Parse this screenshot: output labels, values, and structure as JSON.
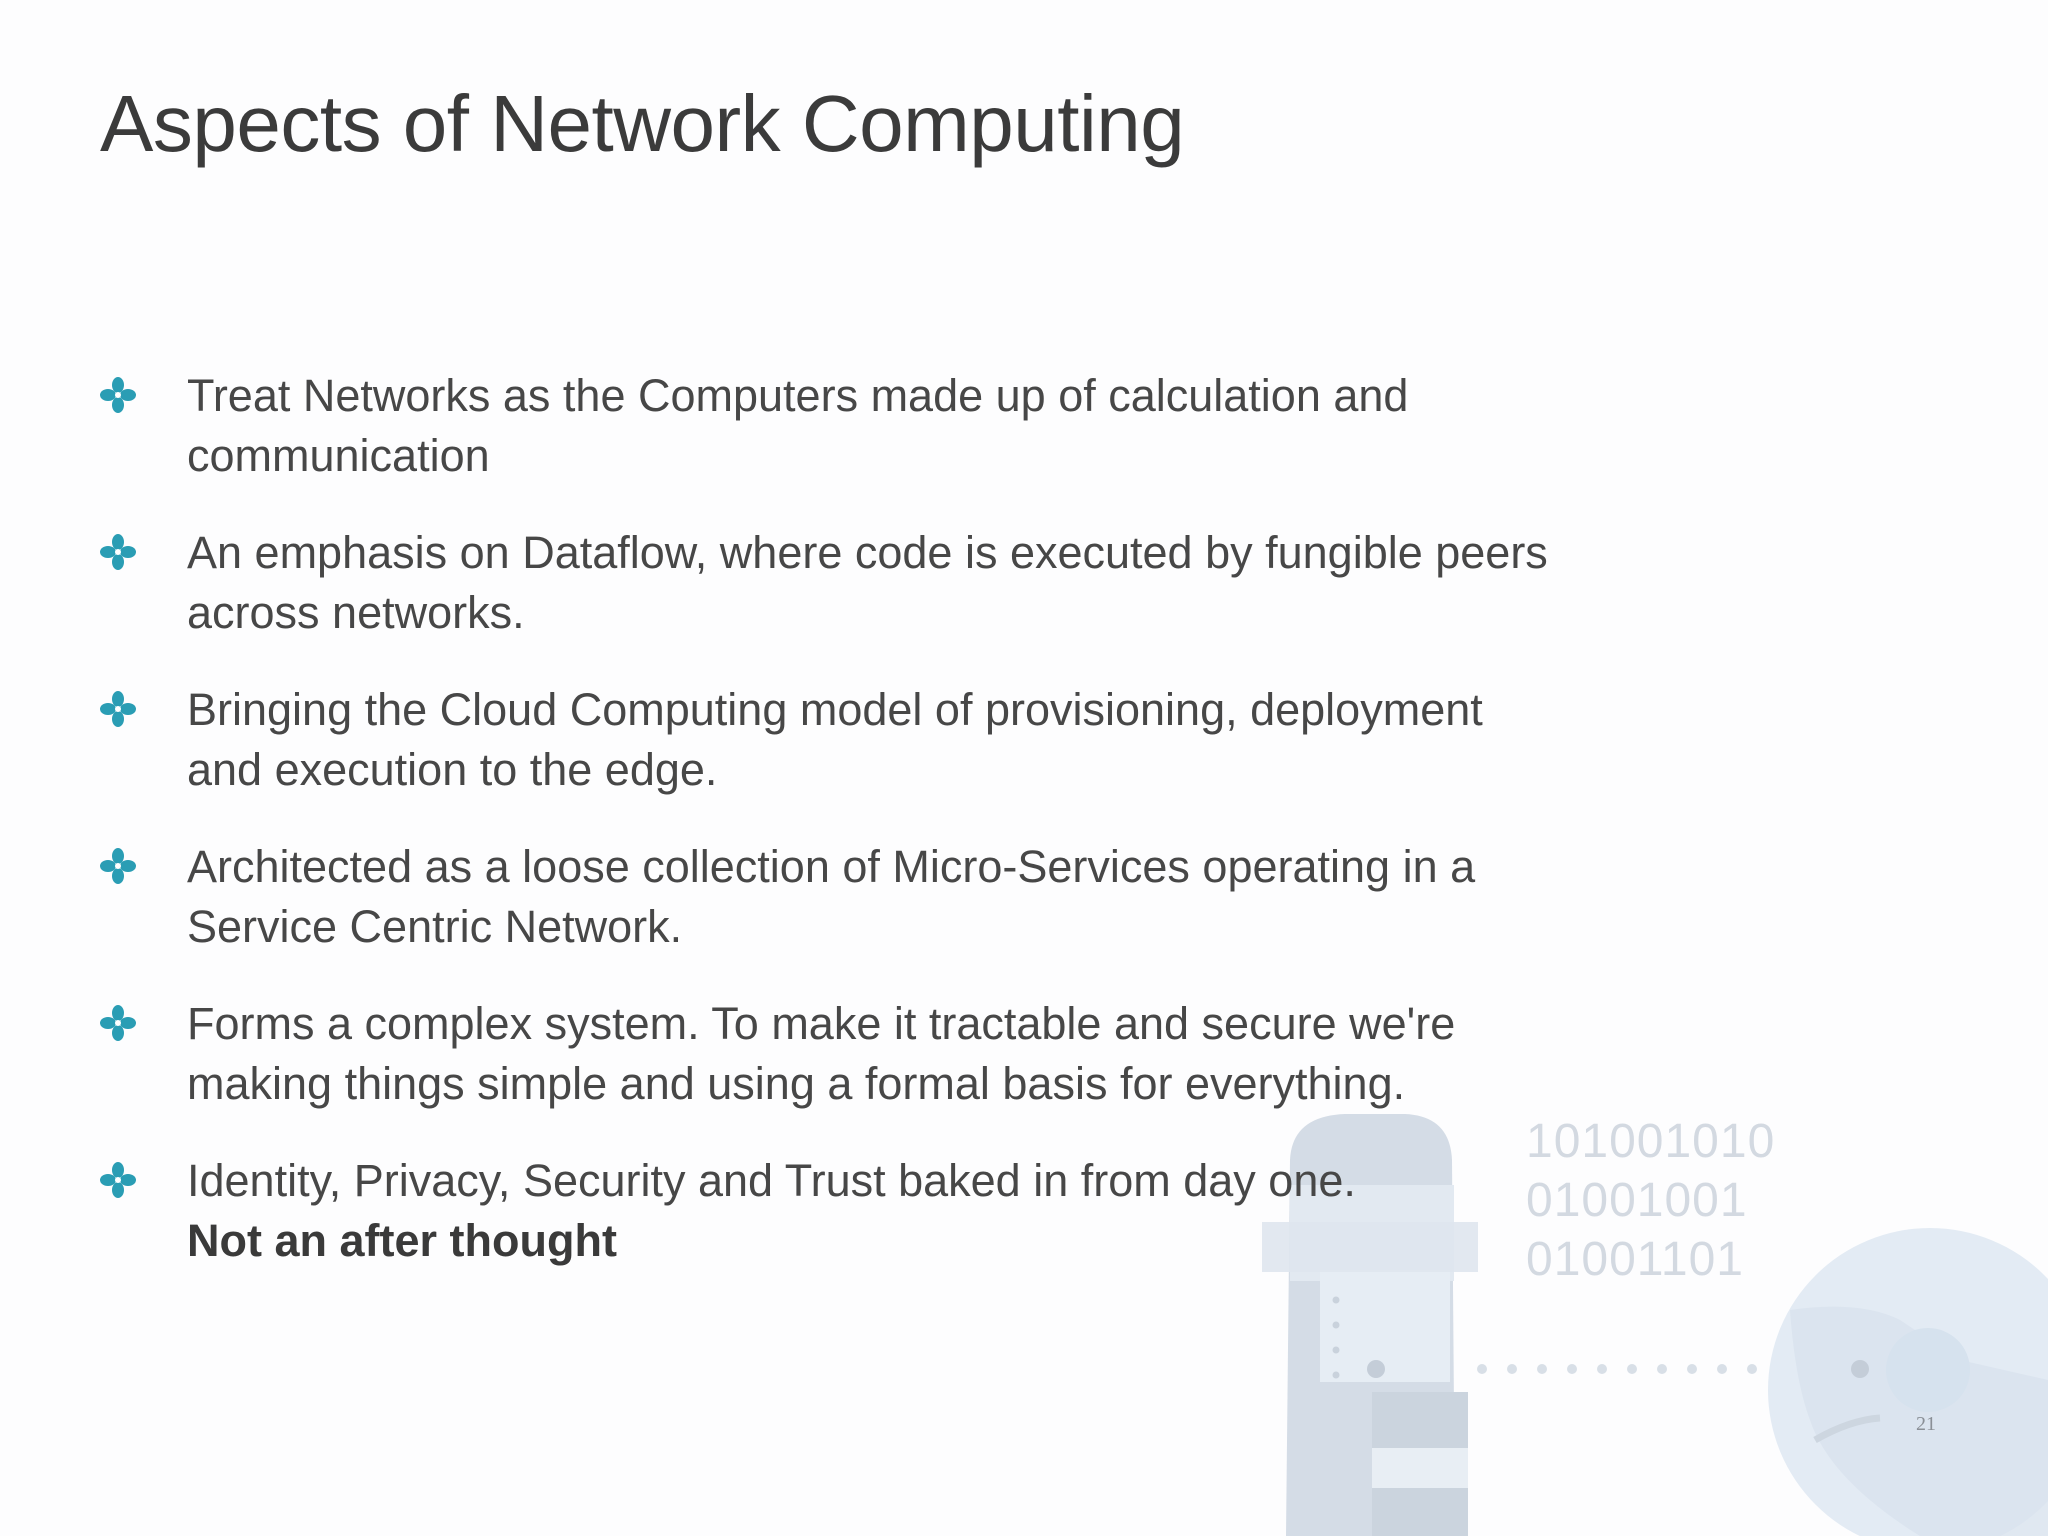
{
  "slide": {
    "title": "Aspects of Network Computing",
    "bullet_icon": "four-petal-flower-icon",
    "accent_color": "#2a9db4",
    "bullets": [
      {
        "text": "Treat Networks as the Computers made up of calculation and communication"
      },
      {
        "text": "An emphasis on Dataflow, where code is executed by fungible peers across networks."
      },
      {
        "text": "Bringing the Cloud Computing model of provisioning, deployment and execution to the edge."
      },
      {
        "text": "Architected as a loose collection of Micro-Services operating in a Service Centric Network."
      },
      {
        "text": "Forms a complex system. To make it tractable and secure we're making things simple and using a formal basis for everything."
      },
      {
        "text": "Identity, Privacy, Security and Trust baked in from day one.",
        "emphasis": "Not an after thought"
      }
    ],
    "decoration": {
      "binary_lines": [
        "101001010",
        "01001001",
        "01001101"
      ]
    },
    "page_number": "21"
  }
}
